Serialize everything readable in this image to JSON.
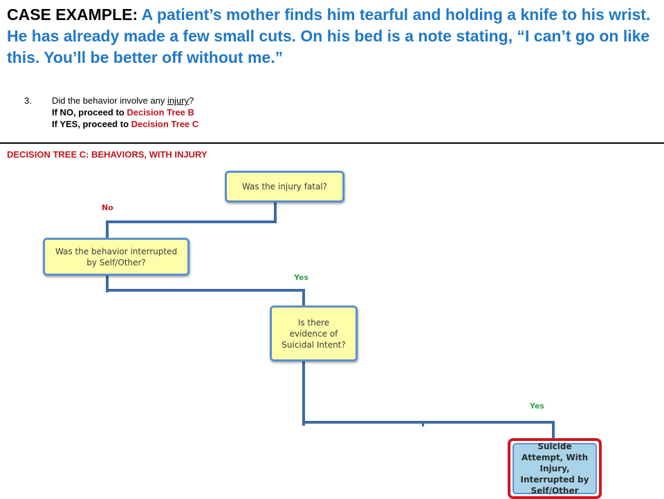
{
  "case": {
    "lead": "CASE EXAMPLE:",
    "text": " A patient’s mother finds him tearful and holding a knife to his wrist. He has already made a few small cuts. On his bed is a note stating, “I can’t go on like this. You’ll be better off without me.”"
  },
  "question": {
    "number": "3.",
    "before": "Did the behavior involve any ",
    "underlined": "injury",
    "after": "?"
  },
  "instructions": [
    {
      "prefix": "If NO, proceed to ",
      "target": "Decision Tree B"
    },
    {
      "prefix": "If YES, proceed to ",
      "target": "Decision Tree C"
    }
  ],
  "tree_heading": "DECISION TREE C: BEHAVIORS, WITH INJURY",
  "nodes": {
    "fatal": "Was the injury fatal?",
    "interrupted": "Was the behavior interrupted by Self/Other?",
    "intent": "Is there evidence of Suicidal Intent?",
    "outcome": "Suicide Attempt, With Injury, Interrupted by Self/Other"
  },
  "edges": {
    "fatal_no": "No",
    "interrupted_yes": "Yes",
    "intent_yes": "Yes"
  },
  "colors": {
    "title_blue": "#1f78c8",
    "red": "#c0141c",
    "green": "#3aa046",
    "node_fill": "#fdfdaa",
    "node_border": "#5a8fd0",
    "outcome_fill": "#a9d3e8",
    "outcome_border": "#d2141c",
    "connector": "#3b6aa8"
  }
}
